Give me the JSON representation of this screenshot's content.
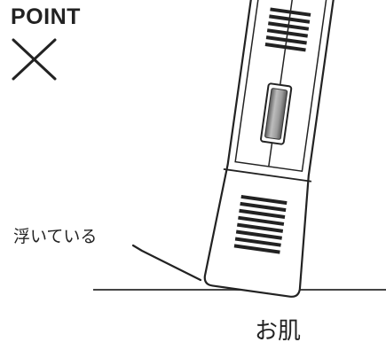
{
  "heading": {
    "title": "POINT",
    "mark_icon": "cross-icon"
  },
  "labels": {
    "floating": "浮いている",
    "skin": "お肌"
  },
  "colors": {
    "line": "#222222",
    "device_window": "#9a9a9a",
    "skin_line": "#444444"
  }
}
